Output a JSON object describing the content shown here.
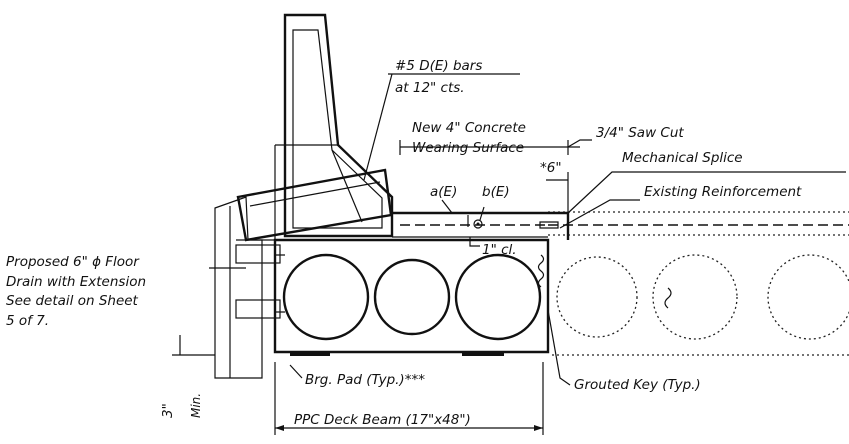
{
  "labels": {
    "bars": "#5 D(E) bars",
    "bars_spacing": "at 12\" cts.",
    "new_concrete": "New 4\" Concrete",
    "wearing_surface": "Wearing Surface",
    "saw_cut": "3/4\" Saw Cut",
    "mech_splice": "Mechanical Splice",
    "dim_6": "*6\"",
    "existing_reinf": "Existing Reinforcement",
    "a_e": "a(E)",
    "b_e": "b(E)",
    "clear": "1\" cl.",
    "drain_1": "Proposed 6\" ϕ Floor",
    "drain_2": "Drain with Extension",
    "drain_3": "See detail on Sheet",
    "drain_4": "5 of 7.",
    "brg_pad": "Brg. Pad (Typ.)***",
    "grouted_key": "Grouted Key (Typ.)",
    "dim_3": "3\"",
    "min": "Min.",
    "deck_beam": "PPC Deck Beam (17\"x48\")"
  }
}
